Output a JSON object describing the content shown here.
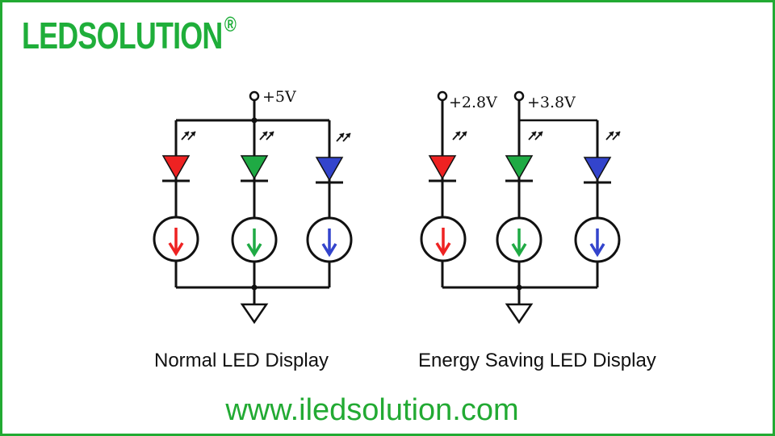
{
  "brand": {
    "logo_text": "LEDSOLUTION",
    "registered_mark": "®",
    "color": "#1fae3a",
    "website": "www.iledsolution.com"
  },
  "colors": {
    "border": "#22aa33",
    "wire": "#111111",
    "red": "#ee2222",
    "green": "#1faa44",
    "blue": "#3344cc"
  },
  "circuits": [
    {
      "id": "normal",
      "caption": "Normal LED Display",
      "supplies": [
        {
          "label": "+5V",
          "feeds": [
            "red",
            "green",
            "blue"
          ]
        }
      ],
      "channels": [
        "red",
        "green",
        "blue"
      ],
      "ground": "ground-symbol"
    },
    {
      "id": "energy-saving",
      "caption": "Energy Saving LED Display",
      "supplies": [
        {
          "label": "+2.8V",
          "feeds": [
            "red"
          ]
        },
        {
          "label": "+3.8V",
          "feeds": [
            "green",
            "blue"
          ]
        }
      ],
      "channels": [
        "red",
        "green",
        "blue"
      ],
      "ground": "ground-symbol"
    }
  ]
}
